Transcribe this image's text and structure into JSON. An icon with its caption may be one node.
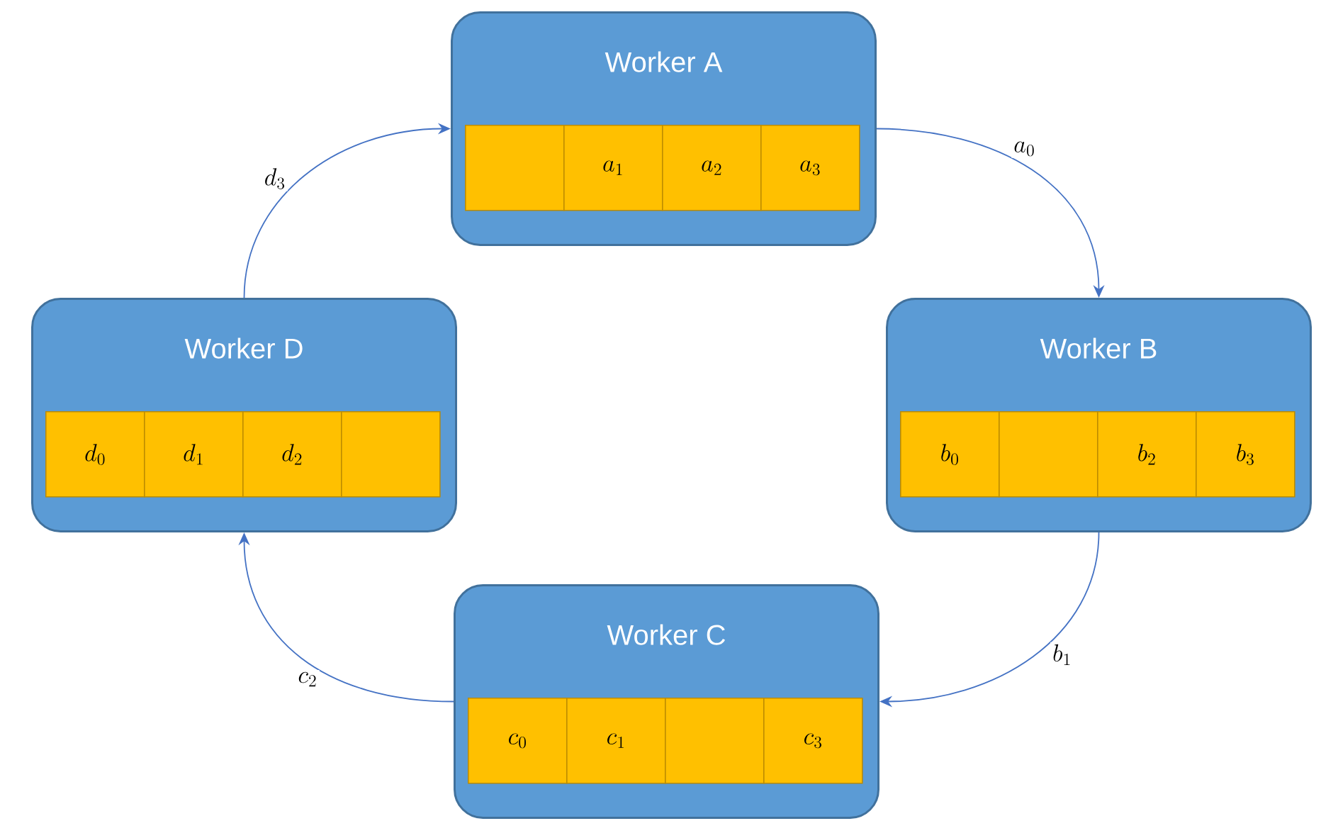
{
  "diagram": {
    "nodes": [
      {
        "text": [
          "Worker A"
        ]
      },
      {
        "text": [],
        "shape": "box",
        "in": 0
      },
      {
        "text": [
          "a_1"
        ],
        "in": 0
      },
      {
        "text": [
          "a_2"
        ],
        "in": 0
      },
      {
        "text": [
          "a_3"
        ],
        "in": 0
      },
      {
        "text": [
          "Worker D"
        ]
      },
      {
        "text": [
          "d_0"
        ],
        "in": 5
      },
      {
        "text": [
          "d_1"
        ],
        "in": 5
      },
      {
        "text": [
          "d_2"
        ],
        "in": 5
      },
      {
        "text": [],
        "shape": "box",
        "in": 5
      },
      {
        "text": [
          "Worker B"
        ]
      },
      {
        "text": [
          "b_0"
        ],
        "in": 10
      },
      {
        "text": [],
        "shape": "box",
        "in": 10
      },
      {
        "text": [
          "b_2"
        ],
        "in": 10
      },
      {
        "text": [
          "b_3"
        ],
        "in": 10
      },
      {
        "text": [
          "Worker C"
        ]
      },
      {
        "text": [
          "c_0"
        ],
        "in": 15
      },
      {
        "text": [
          "c_1"
        ],
        "in": 15
      },
      {
        "text": [],
        "shape": "box",
        "in": 15
      },
      {
        "text": [
          "c_3"
        ],
        "in": 15
      }
    ],
    "edges": [
      {
        "from": 0,
        "to": 10,
        "arrow": "to",
        "label": "a_0"
      },
      {
        "from": 10,
        "to": 15,
        "arrow": "to",
        "label": "b_1"
      },
      {
        "from": 15,
        "to": 5,
        "arrow": "to",
        "label": "c_2"
      },
      {
        "from": 5,
        "to": 0,
        "arrow": "to",
        "label": "d_3"
      }
    ]
  }
}
